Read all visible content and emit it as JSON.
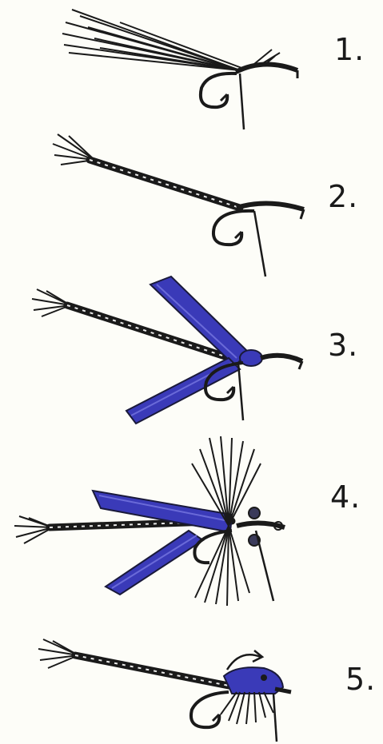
{
  "steps": [
    {
      "label": "1."
    },
    {
      "label": "2."
    },
    {
      "label": "3."
    },
    {
      "label": "4."
    },
    {
      "label": "5."
    }
  ],
  "colors": {
    "ink": "#1a1a1a",
    "wing": "#3a3ab8",
    "wing_dark": "#23238a",
    "paper": "#fdfdf8"
  },
  "icons": [
    "fly-hook-icon",
    "curved-arrow-icon"
  ]
}
